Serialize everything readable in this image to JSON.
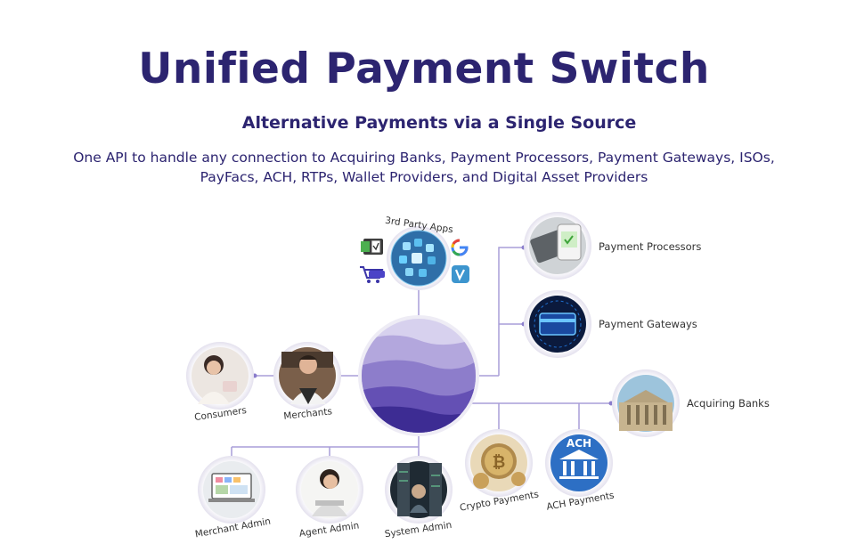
{
  "header": {
    "title": "Unified Payment Switch",
    "subtitle": "Alternative Payments via a Single Source",
    "description": "One API to handle any connection to Acquiring Banks, Payment Processors, Payment Gateways, ISOs, PayFacs, ACH, RTPs, Wallet Providers, and Digital Asset Providers"
  },
  "diagram": {
    "hub_colors": [
      "#c9c2e6",
      "#9d8fd0",
      "#6b57b8",
      "#44319a"
    ],
    "line_color": "#a99ed8",
    "nodes": {
      "third_party": "3rd Party Apps",
      "payment_processors": "Payment Processors",
      "payment_gateways": "Payment Gateways",
      "acquiring_banks": "Acquiring Banks",
      "consumers": "Consumers",
      "merchants": "Merchants",
      "merchant_admin": "Merchant Admin",
      "agent_admin": "Agent Admin",
      "system_admin": "System Admin",
      "crypto_payments": "Crypto Payments",
      "ach_payments": "ACH Payments"
    },
    "ach_badge": "ACH",
    "third_party_icons": [
      "wallet-icon",
      "google-icon",
      "cart-icon",
      "venmo-icon"
    ]
  }
}
